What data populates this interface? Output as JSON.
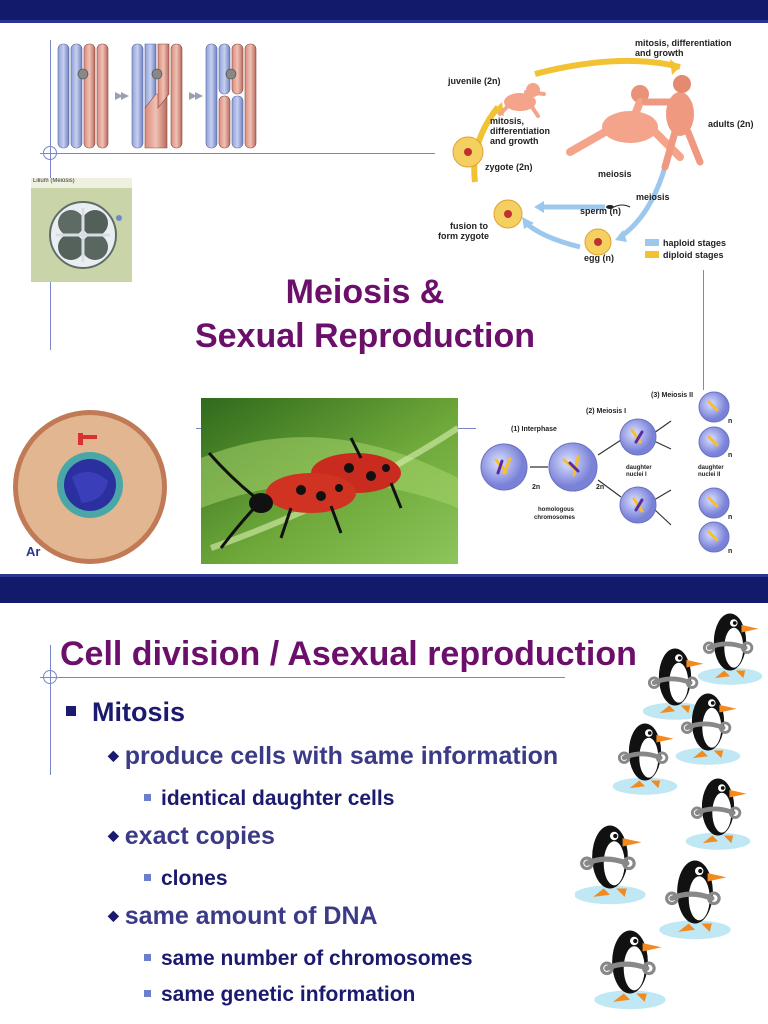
{
  "slide1": {
    "title_line1": "Meiosis &",
    "title_line2": "Sexual Reproduction",
    "micrograph_caption": "Lilium (Meiosis)",
    "cell_caption": "Ar",
    "life_cycle": {
      "top_label_line1": "mitosis, differentiation",
      "top_label_line2": "and growth",
      "juvenile": "juvenile (2n)",
      "adults": "adults (2n)",
      "left_label_line1": "mitosis,",
      "left_label_line2": "differentiation",
      "left_label_line3": "and growth",
      "zygote": "zygote (2n)",
      "meiosis_1": "meiosis",
      "meiosis_2": "meiosis",
      "sperm": "sperm (n)",
      "fusion_line1": "fusion to",
      "fusion_line2": "form zygote",
      "egg": "egg (n)",
      "legend_haploid": "haploid stages",
      "legend_diploid": "diploid stages",
      "haploid_color": "#9cc8ee",
      "diploid_color": "#f2c233"
    },
    "meiosis_diagram": {
      "stage1": "(1) Interphase",
      "stage2": "(2) Meiosis I",
      "stage3": "(3) Meiosis II",
      "homologous_line1": "homologous",
      "homologous_line2": "chromosomes",
      "daughter1_line1": "daughter",
      "daughter1_line2": "nuclei I",
      "daughter2_line1": "daughter",
      "daughter2_line2": "nuclei II",
      "ploidy_2n_a": "2n",
      "ploidy_2n_b": "2n",
      "ploidy_n_1": "n",
      "ploidy_n_2": "n",
      "ploidy_n_3": "n",
      "ploidy_n_4": "n"
    }
  },
  "slide2": {
    "title": "Cell division / Asexual reproduction",
    "bullets": {
      "l1": "Mitosis",
      "l2a": "produce cells with same information",
      "l3a": "identical daughter cells",
      "l2b": "exact copies",
      "l3b": "clones",
      "l2c": "same amount of DNA",
      "l3c": "same number of chromosomes",
      "l3d": "same genetic information"
    }
  },
  "colors": {
    "band": "#111a6b",
    "title": "#6b0f6b",
    "bullet_text": "#1a1a6e",
    "penguin_shadow": "#bfe7f4"
  }
}
